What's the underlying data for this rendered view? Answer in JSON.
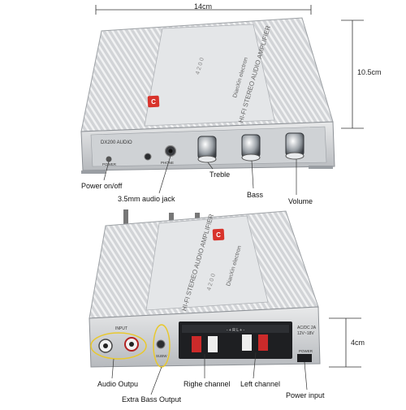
{
  "dimensions": {
    "width": "14cm",
    "height_top": "10.5cm",
    "height_bottom": "4cm"
  },
  "top_unit": {
    "panel_text_1": "HI-FI STEREO AUDIO AMPLIFIER",
    "panel_text_2": "DianXin electron",
    "panel_text_3": "4 2 0 0",
    "front_model": "DX200  AUDIO",
    "front_power": "POWER",
    "front_phone": "PHONE"
  },
  "bottom_unit": {
    "panel_text_1": "HI-FI STEREO AUDIO AMPLIFIER",
    "panel_text_2": "DianXin electron",
    "panel_text_3": "4 2 0 0",
    "input_label": "INPUT",
    "subw_label": "SUBW",
    "speaker_header": "- + R L + -",
    "ac_label": "AC/DC 2A",
    "voltage_label": "12V~18V",
    "power_label": "POWER"
  },
  "callouts": {
    "power_onoff": "Power on/off",
    "audio_jack": "3.5mm audio jack",
    "treble": "Treble",
    "bass": "Bass",
    "volume": "Volume",
    "audio_output": "Audio Outpu",
    "extra_bass": "Extra Bass Output",
    "right_channel": "Righe channel",
    "left_channel": "Left channel",
    "power_input": "Power input"
  },
  "colors": {
    "silver": "#d9dbdd",
    "silver_dark": "#a9acb0",
    "logo_red": "#d8332b",
    "callout_yellow": "#e8c82e",
    "terminal_red": "#cc2a2a"
  }
}
